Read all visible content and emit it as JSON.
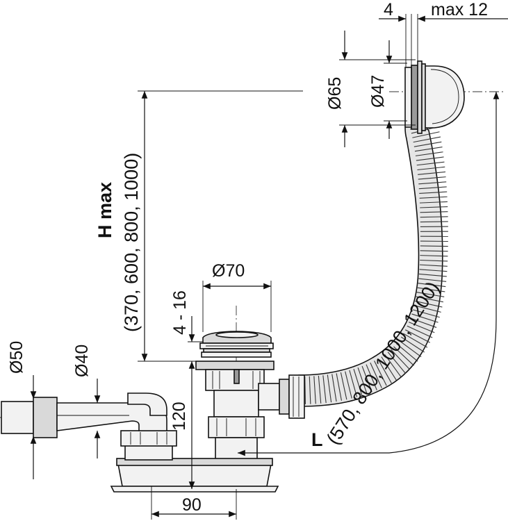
{
  "dimensions": {
    "overflow_face_gap": "4",
    "overflow_max": "max 12",
    "outer_diameter_overflow": "Ø65",
    "inner_diameter_overflow": "Ø47",
    "h_max_label": "H max",
    "h_max_values": "(370, 600, 800, 1000)",
    "drain_thickness": "4 - 16",
    "drain_diameter": "Ø70",
    "outlet_outer": "Ø50",
    "outlet_inner": "Ø40",
    "height_120": "120",
    "width_90": "90",
    "l_label": "L",
    "l_values": "(570, 800, 1000, 1200)"
  }
}
